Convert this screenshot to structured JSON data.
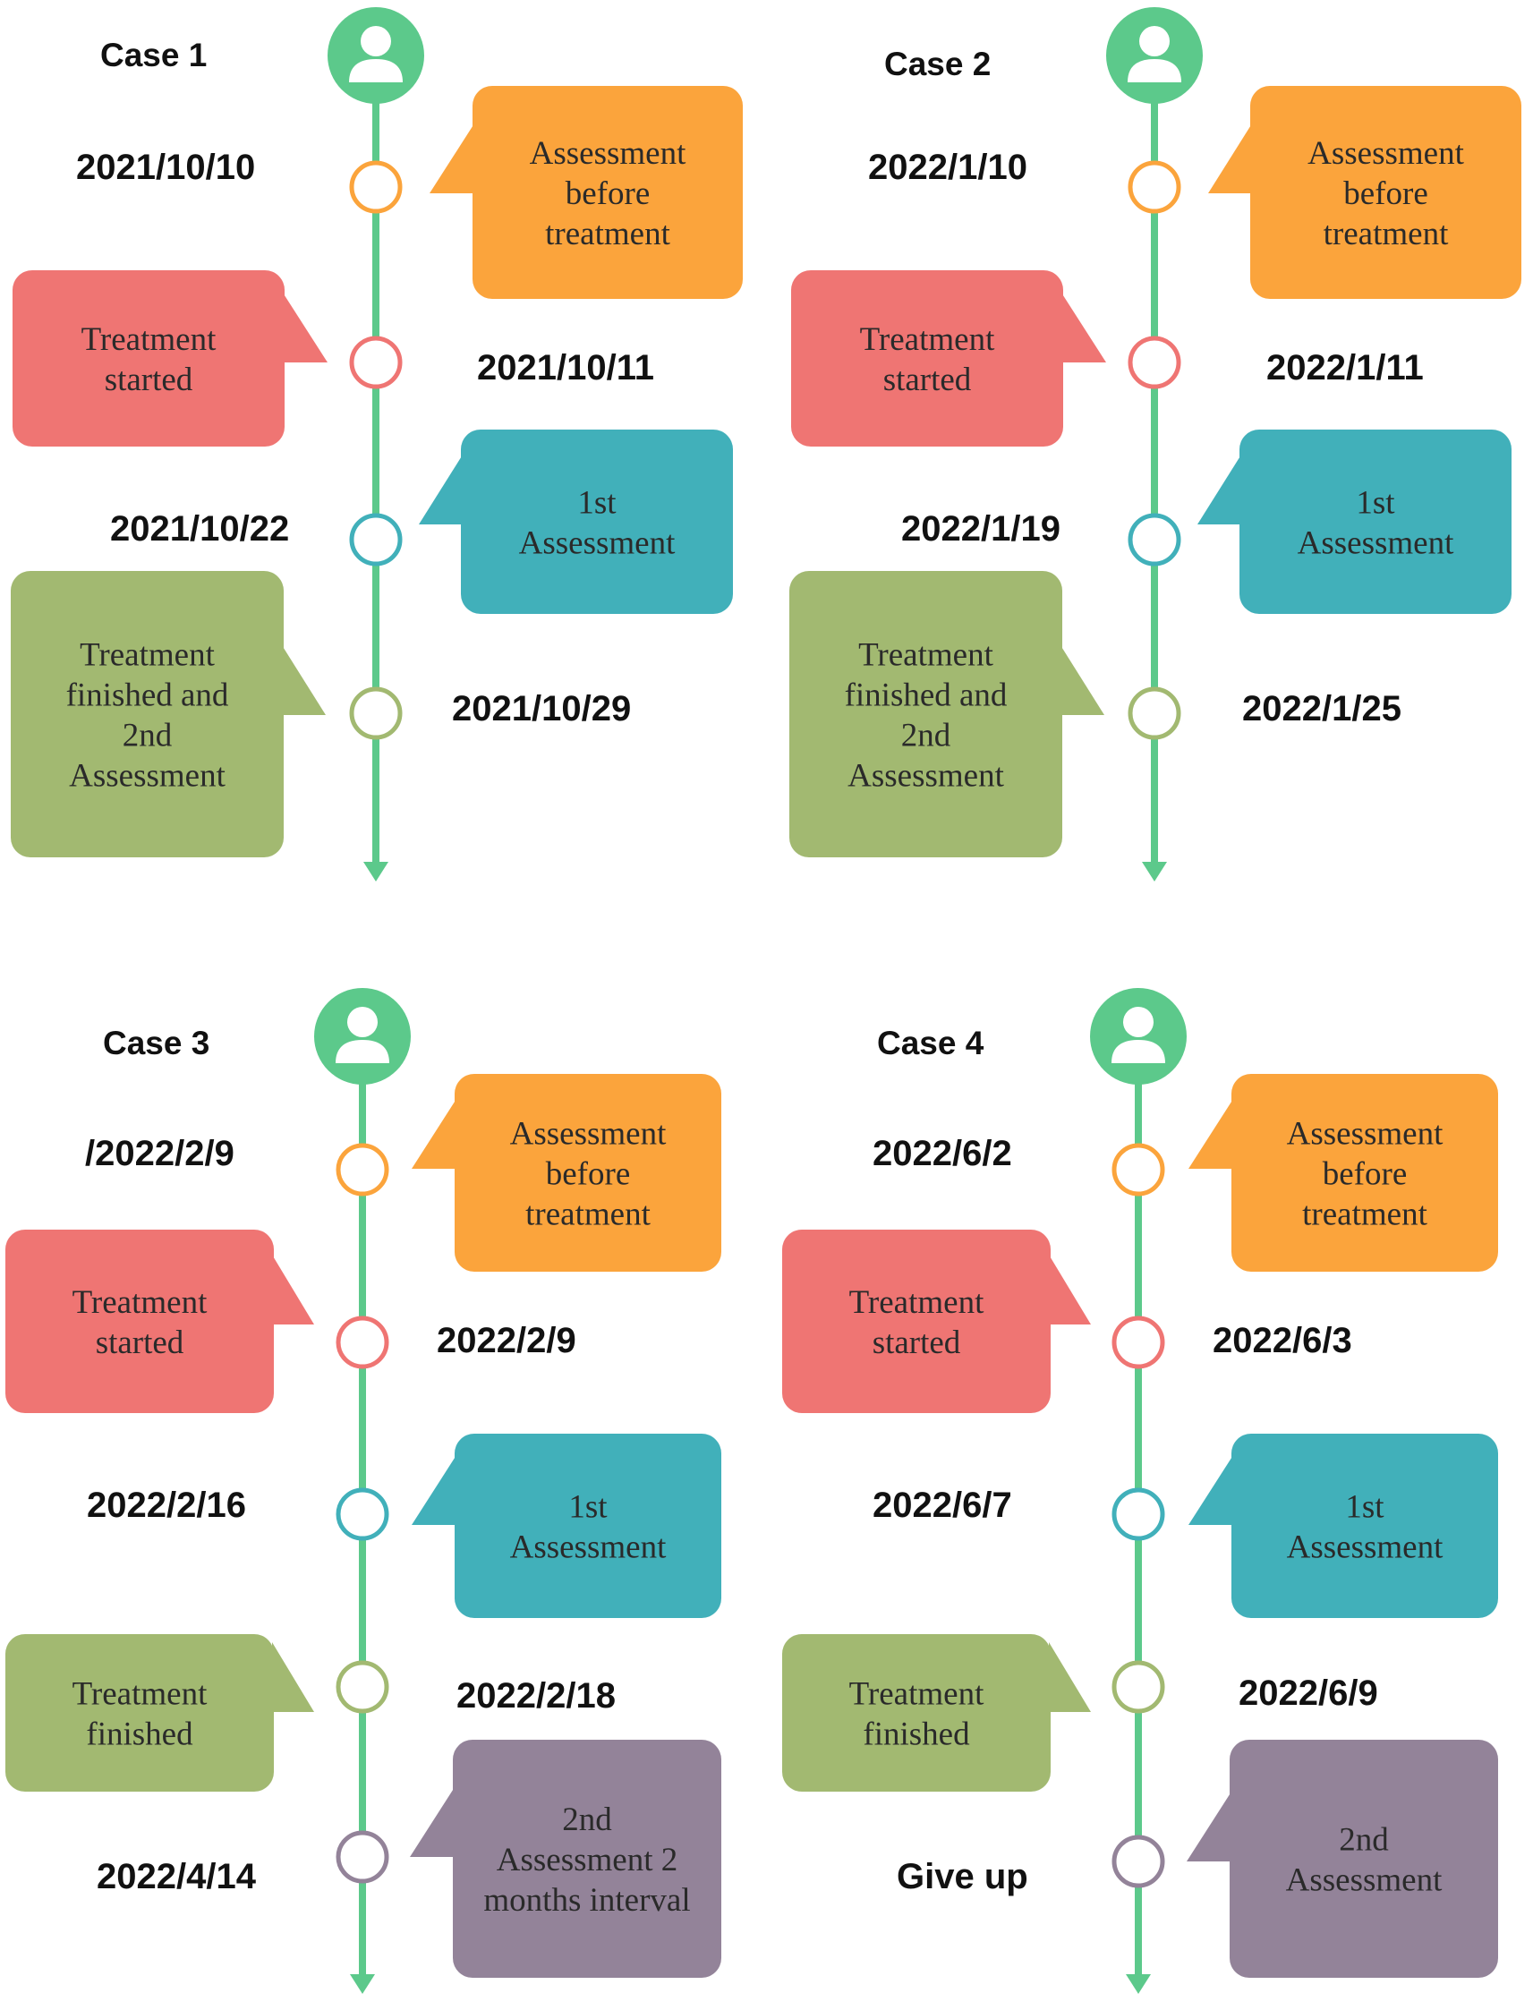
{
  "colors": {
    "timeline": "#5cc98b",
    "orange": "#fba43c",
    "red": "#ef7573",
    "teal": "#41b0ba",
    "green": "#a2b971",
    "purple": "#938399"
  },
  "icons": {
    "person": "person-icon"
  },
  "cases": [
    {
      "id": "case-1",
      "title": "Case 1",
      "events": [
        {
          "date": "2021/10/10",
          "color": "orange",
          "text": [
            "Assessment",
            "before",
            "treatment"
          ]
        },
        {
          "date": "2021/10/11",
          "color": "red",
          "text": [
            "Treatment",
            "started"
          ]
        },
        {
          "date": "2021/10/22",
          "color": "teal",
          "text": [
            "1st",
            "Assessment"
          ]
        },
        {
          "date": "2021/10/29",
          "color": "green",
          "text": [
            "Treatment",
            "finished and",
            "2nd",
            "Assessment"
          ]
        }
      ]
    },
    {
      "id": "case-2",
      "title": "Case 2",
      "events": [
        {
          "date": "2022/1/10",
          "color": "orange",
          "text": [
            "Assessment",
            "before",
            "treatment"
          ]
        },
        {
          "date": "2022/1/11",
          "color": "red",
          "text": [
            "Treatment",
            "started"
          ]
        },
        {
          "date": "2022/1/19",
          "color": "teal",
          "text": [
            "1st",
            "Assessment"
          ]
        },
        {
          "date": "2022/1/25",
          "color": "green",
          "text": [
            "Treatment",
            "finished and",
            "2nd",
            "Assessment"
          ]
        }
      ]
    },
    {
      "id": "case-3",
      "title": "Case 3",
      "events": [
        {
          "date": "/2022/2/9",
          "color": "orange",
          "text": [
            "Assessment",
            "before",
            "treatment"
          ]
        },
        {
          "date": "2022/2/9",
          "color": "red",
          "text": [
            "Treatment",
            "started"
          ]
        },
        {
          "date": "2022/2/16",
          "color": "teal",
          "text": [
            "1st",
            "Assessment"
          ]
        },
        {
          "date": "2022/2/18",
          "color": "green",
          "text": [
            "Treatment",
            "finished"
          ]
        },
        {
          "date": "2022/4/14",
          "color": "purple",
          "text": [
            "2nd",
            "Assessment 2",
            "months interval"
          ]
        }
      ]
    },
    {
      "id": "case-4",
      "title": "Case 4",
      "events": [
        {
          "date": "2022/6/2",
          "color": "orange",
          "text": [
            "Assessment",
            "before",
            "treatment"
          ]
        },
        {
          "date": "2022/6/3",
          "color": "red",
          "text": [
            "Treatment",
            "started"
          ]
        },
        {
          "date": "2022/6/7",
          "color": "teal",
          "text": [
            "1st",
            "Assessment"
          ]
        },
        {
          "date": "2022/6/9",
          "color": "green",
          "text": [
            "Treatment",
            "finished"
          ]
        },
        {
          "date": "Give up",
          "color": "purple",
          "text": [
            "2nd",
            "Assessment"
          ]
        }
      ]
    }
  ]
}
